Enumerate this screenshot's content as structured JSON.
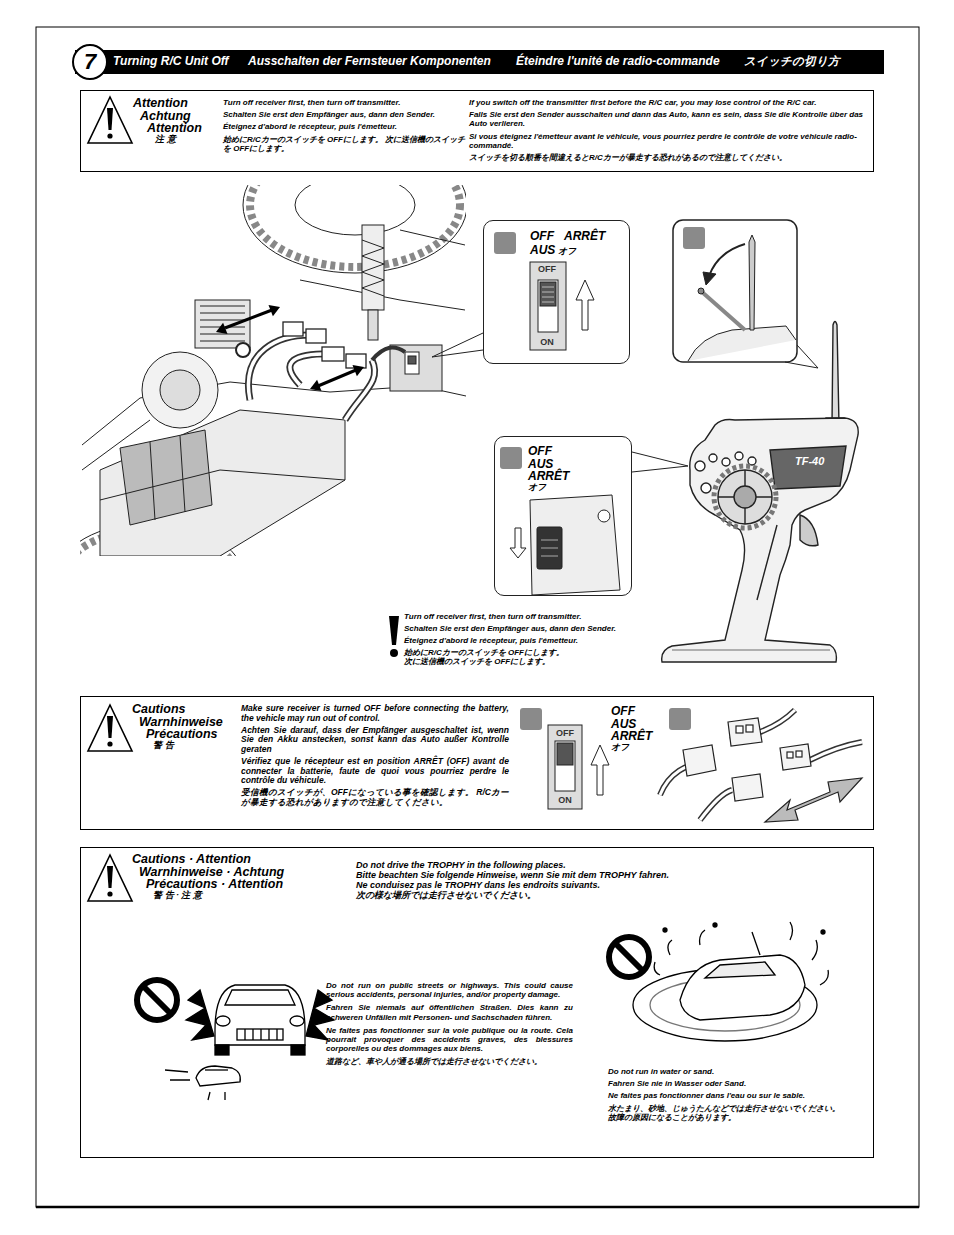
{
  "diagram": {
    "nodes": [
      {
        "text": [
          "Turning R/C Unit Off",
          "Ausschalten der Fernsteuer Komponenten",
          "Éteindre l'unité de radio-commande",
          "スイッチの切り方"
        ]
      },
      {
        "text": [
          "7"
        ],
        "in": 0
      },
      {
        "text": [
          "Attention",
          "Achtung",
          "Attention",
          "注 意",
          "Turn off receiver first, then turn off transmitter.",
          "Schalten Sie erst den Empfänger aus, dann den Sender.",
          "Éteignez d'abord le récepteur, puis l'émetteur.",
          "始めにR/Cカーのスイッチを OFFにします。 次に送信機のスイッチを OFFにします。",
          "If you switch off the transmitter first before the R/C car, you may lose control of the R/C car.",
          "Falls Sie erst den Sender ausschalten und dann das Auto, kann es sein, dass Sie die Kontrolle über das Auto verlieren.",
          "Si vous éteignez l'émetteur avant le véhicule, vous pourriez perdre le contrôle de votre véhicule radio-commandé.",
          "スイッチを切る順番を間違えるとR/Cカーが暴走する恐れがあるので注意してください。"
        ]
      },
      {
        "text": [
          "OFF",
          "ARRÊT",
          "AUS",
          "オフ",
          "OFF",
          "ON"
        ]
      },
      {
        "text": [
          "OFF",
          "AUS",
          "ARRÊT",
          "オフ"
        ]
      },
      {
        "text": [
          "Cautions",
          "Warnhinweise",
          "Précautions",
          "警 告",
          "Make sure receiver is turned OFF before connecting the battery, the vehicle may run out of control.",
          "Achten Sie darauf, dass der Empfänger ausgeschaltet ist, wenn Sie den Akku anstecken, sonst kann das Auto außer Kontrolle geraten",
          "Vérifiez que le récepteur est en position ARRÊT (OFF) avant de connecter la batterie, faute de quoi vous pourriez perdre le contrôle du véhicule.",
          "受信機のスイッチが、OFFになっている事を確認します。 R/Cカーが暴走する恐れがありますので注意してください。",
          "OFF",
          "ON",
          "OFF",
          "AUS",
          "ARRÊT",
          "オフ"
        ]
      },
      {
        "text": [
          "Cautions · Attention",
          "Warnhinweise · Achtung",
          "Précautions · Attention",
          "警 告 · 注 意",
          "Do not drive the TROPHY in the following places.",
          "Bitte beachten Sie folgende Hinweise, wenn Sie mit dem TROPHY fahren.",
          "Ne conduisez pas le TROPHY dans les endroits suivants.",
          "次の様な場所では走行させないでください。",
          "Do not run on public streets or highways. This could cause serious accidents, personal injuries, and/or property damage.",
          "Fahren Sie niemals auf öffentlichen Straßen. Dies kann zu schweren Unfällen mit Personen- und Sachschaden führen.",
          "Ne faites pas fonctionner sur la voie publique ou la route. Cela pourrait provoquer des accidents graves, des blessures corporelles ou des dommages aux biens.",
          "道路など、車や人が通る場所では走行させないでください。",
          "Do not run in water or sand.",
          "Fahren Sie nie in Wasser oder Sand.",
          "Ne faites pas fonctionner dans l'eau ou sur le sable.",
          "水たまり、砂地、じゅうたんなどでは走行させないでください。故障の原因になることがあります。"
        ]
      }
    ],
    "labels": [
      "TF-40",
      "Turn off receiver first, then turn off transmitter.",
      "Schalten Sie erst den Empfänger aus, dann den Sender.",
      "Éteignez d'abord le récepteur, puis l'émetteur.",
      "始めにR/Cカーのスイッチを OFFにします。 次に送信機のスイッチを OFFにします。"
    ]
  }
}
